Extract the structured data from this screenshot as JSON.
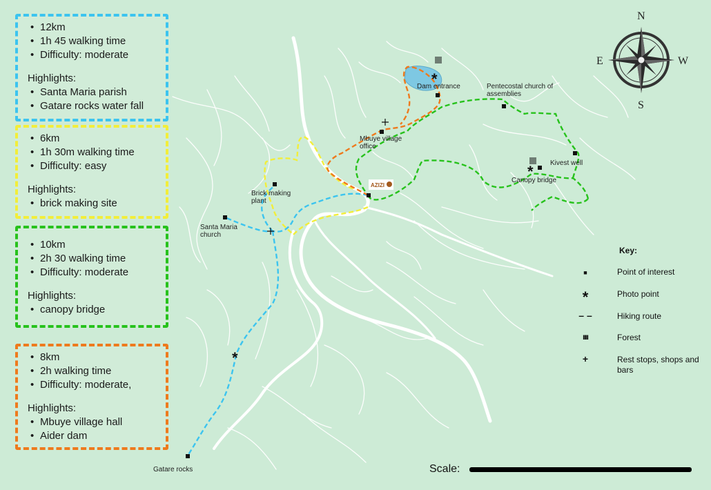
{
  "routes": [
    {
      "color": "#3cc4ef",
      "stats": [
        "12km",
        "1h 45 walking time",
        "Difficulty: moderate"
      ],
      "highlights_title": "Highlights:",
      "highlights": [
        "Santa Maria parish",
        "Gatare rocks water fall"
      ]
    },
    {
      "color": "#f2ee3a",
      "stats": [
        "6km",
        "1h 30m walking time",
        "Difficulty: easy"
      ],
      "highlights_title": "Highlights:",
      "highlights": [
        "brick making site"
      ]
    },
    {
      "color": "#27c21c",
      "stats": [
        "10km",
        "2h 30 walking time",
        "Difficulty: moderate"
      ],
      "highlights_title": "Highlights:",
      "highlights": [
        "canopy bridge"
      ]
    },
    {
      "color": "#ee7a1d",
      "stats": [
        "8km",
        "2h walking time",
        "Difficulty: moderate,"
      ],
      "highlights_title": "Highlights:",
      "highlights": [
        "Mbuye village hall",
        "Aider dam"
      ]
    }
  ],
  "places": {
    "dam_entrance": "Dam entrance",
    "pentecostal": "Pentecostal church of assemblies",
    "mbuye": "Mbuye village office",
    "kivest": "Kivest well",
    "canopy": "Canopy bridge",
    "brick": "Brick making plant",
    "santa_maria": "Santa Maria church",
    "gatare": "Gatare rocks",
    "azizi": "AZIZI"
  },
  "compass": {
    "n": "N",
    "s": "S",
    "e": "E",
    "w": "W"
  },
  "key": {
    "title": "Key:",
    "items": [
      {
        "symbol": "■",
        "label": "Point of interest"
      },
      {
        "symbol": "*",
        "label": "Photo point"
      },
      {
        "symbol": "– –",
        "label": "Hiking route"
      },
      {
        "symbol": "IIIII",
        "label": "Forest"
      },
      {
        "symbol": "+",
        "label": "Rest stops, shops and bars"
      }
    ]
  },
  "scale_label": "Scale:",
  "colors": {
    "background": "#cdebd6",
    "road": "#ffffff",
    "lake": "#7ec8e3"
  }
}
